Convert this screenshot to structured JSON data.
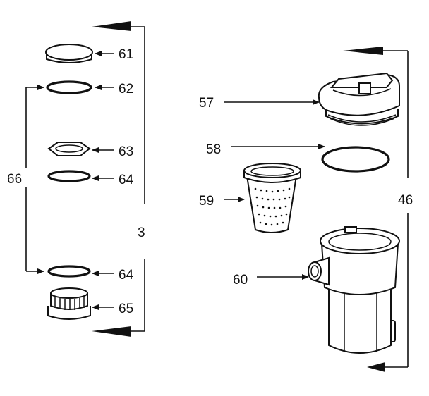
{
  "diagram": {
    "labels": {
      "p61": "61",
      "p62": "62",
      "p63": "63",
      "p64a": "64",
      "p64b": "64",
      "p65": "65",
      "p66": "66",
      "p3": "3",
      "p57": "57",
      "p58": "58",
      "p59": "59",
      "p60": "60",
      "p46": "46"
    }
  }
}
